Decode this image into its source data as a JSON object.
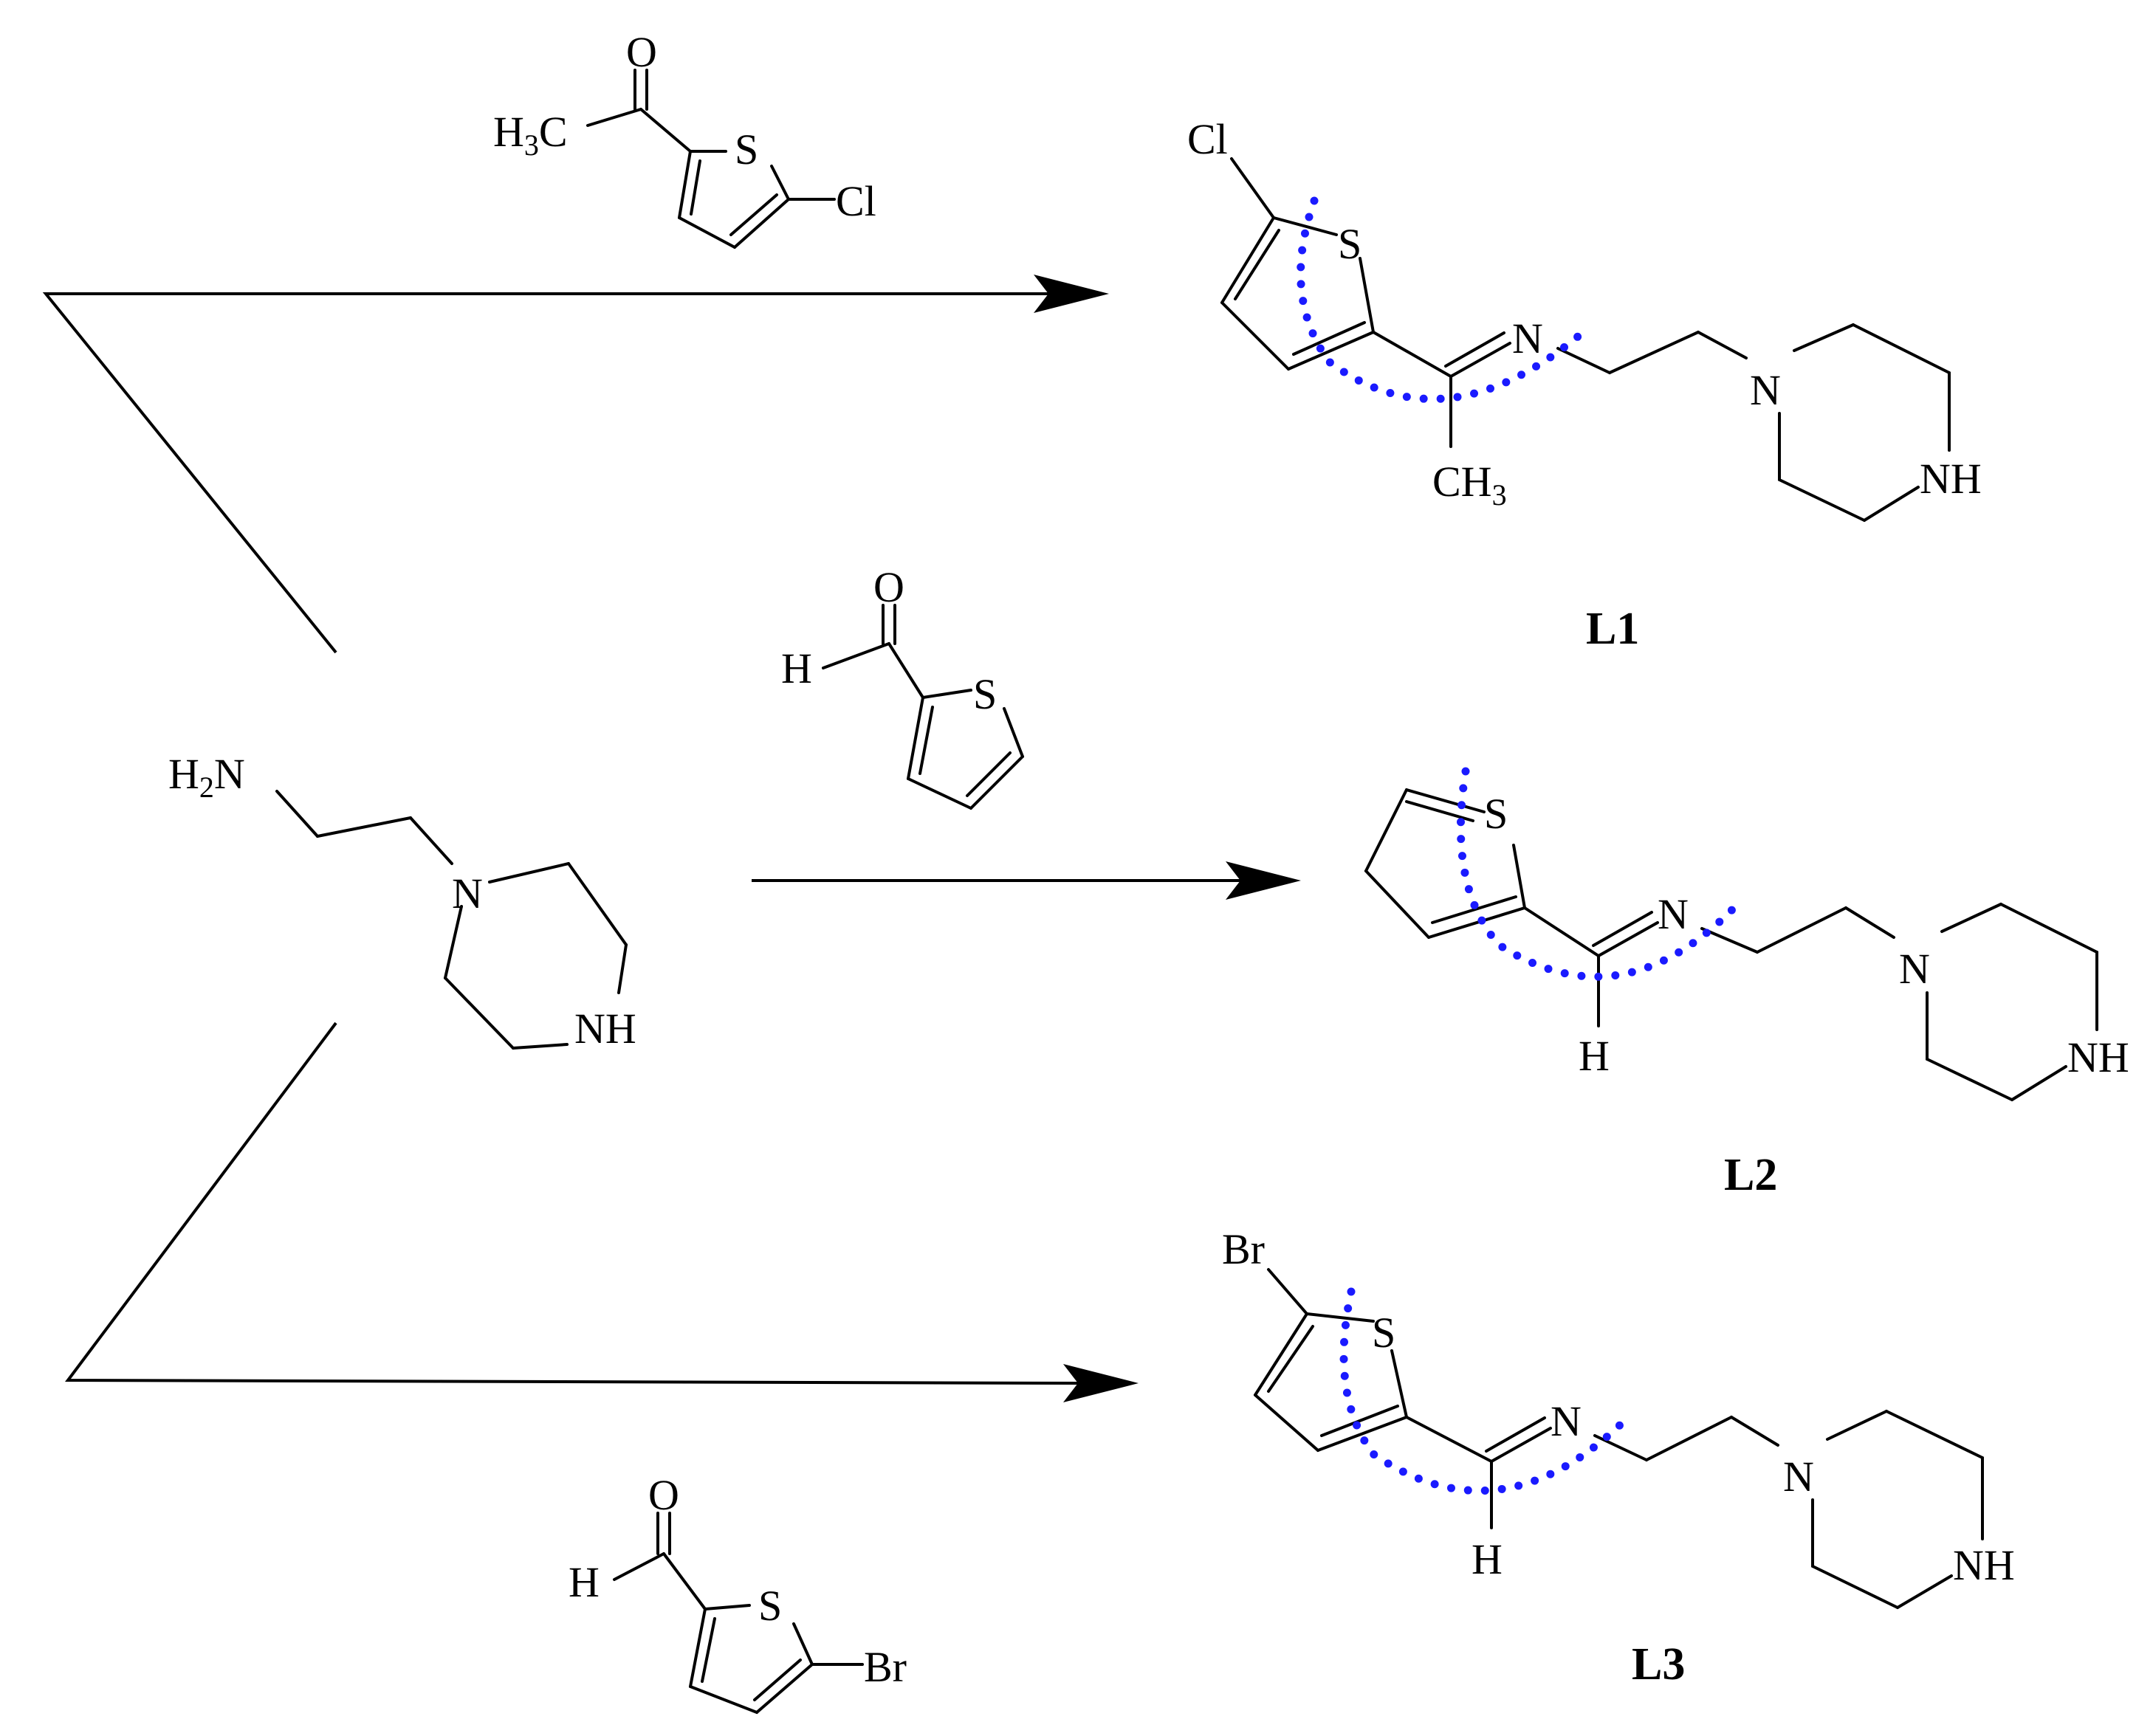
{
  "amine": {
    "h2n_main": "H",
    "h2n_sub": "2",
    "h2n_tail": "N",
    "n_ring": "N",
    "nh": "NH"
  },
  "reagents": {
    "r1": {
      "oxygen": "O",
      "methyl_main": "H",
      "methyl_sub": "3",
      "methyl_tail": "C",
      "sulfur": "S",
      "halogen": "Cl"
    },
    "r2": {
      "oxygen": "O",
      "hydrogen": "H",
      "sulfur": "S"
    },
    "r3": {
      "oxygen": "O",
      "hydrogen": "H",
      "sulfur": "S",
      "halogen": "Br"
    }
  },
  "products": {
    "L1": {
      "label": "L1",
      "halogen": "Cl",
      "sulfur": "S",
      "imine_n": "N",
      "methyl_main": "CH",
      "methyl_sub": "3",
      "n_ring": "N",
      "nh": "NH"
    },
    "L2": {
      "label": "L2",
      "sulfur": "S",
      "imine_n": "N",
      "hydrogen": "H",
      "n_ring": "N",
      "nh": "NH"
    },
    "L3": {
      "label": "L3",
      "halogen": "Br",
      "sulfur": "S",
      "imine_n": "N",
      "hydrogen": "H",
      "n_ring": "N",
      "nh": "NH"
    }
  },
  "colors": {
    "bonds": "#000000",
    "chelation_dots": "#1a1aff",
    "background": "#ffffff"
  }
}
